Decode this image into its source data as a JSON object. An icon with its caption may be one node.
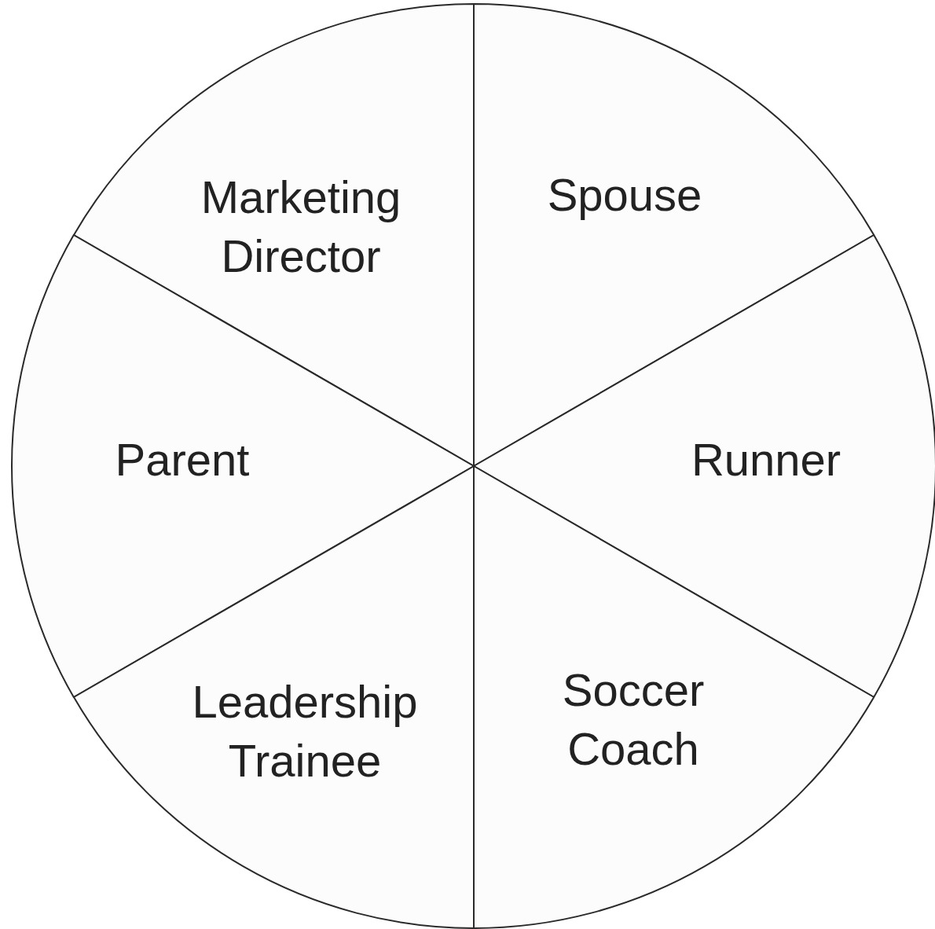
{
  "diagram": {
    "nodes": [
      {
        "text": [
          "Marketing Director"
        ]
      },
      {
        "text": [
          "Spouse"
        ]
      },
      {
        "text": [
          "Parent"
        ]
      },
      {
        "text": [
          "Runner"
        ]
      },
      {
        "text": [
          "Leadership Trainee"
        ]
      },
      {
        "text": [
          "Soccer Coach"
        ]
      }
    ]
  }
}
